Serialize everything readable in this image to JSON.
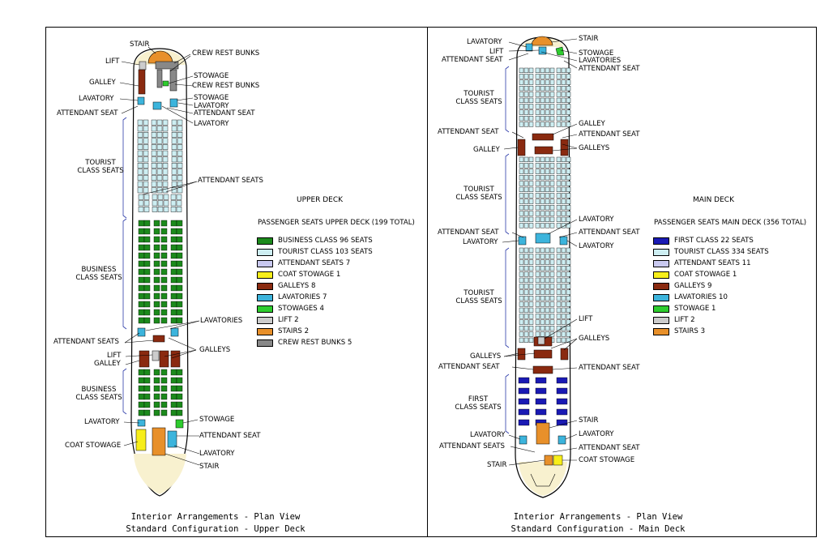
{
  "upper": {
    "deck_title": "UPPER DECK",
    "legend_title": "PASSENGER SEATS UPPER DECK (199 TOTAL)",
    "legend": [
      {
        "label": "BUSINESS CLASS 96 SEATS",
        "color": "#1c8a1c"
      },
      {
        "label": "TOURIST CLASS 103 SEATS",
        "color": "#cdeef2"
      },
      {
        "label": "ATTENDANT SEATS 7",
        "color": "#c9c9f0"
      },
      {
        "label": "COAT STOWAGE 1",
        "color": "#f7ee1a"
      },
      {
        "label": "GALLEYS 8",
        "color": "#8a2a10"
      },
      {
        "label": "LAVATORIES 7",
        "color": "#3cb4dc"
      },
      {
        "label": "STOWAGES 4",
        "color": "#2ecc2e"
      },
      {
        "label": "LIFT 2",
        "color": "#cccccc"
      },
      {
        "label": "STAIRS 2",
        "color": "#e8902a"
      },
      {
        "label": "CREW REST BUNKS 5",
        "color": "#888888"
      }
    ],
    "labels": {
      "stair_top": "STAIR",
      "crew_rest_1": "CREW REST BUNKS",
      "lift_top": "LIFT",
      "galley_top": "GALLEY",
      "stowage_1": "STOWAGE",
      "crew_rest_2": "CREW REST BUNKS",
      "lavatory_top": "LAVATORY",
      "stowage_2": "STOWAGE",
      "lavatory_2": "LAVATORY",
      "attendant_seat_l": "ATTENDANT SEAT",
      "attendant_seat_r": "ATTENDANT SEAT",
      "lavatory_3": "LAVATORY",
      "tourist": "TOURIST\nCLASS SEATS",
      "attendant_seats_mid": "ATTENDANT SEATS",
      "business_1": "BUSINESS\nCLASS SEATS",
      "lavatories": "LAVATORIES",
      "attendant_seats_l": "ATTENDANT SEATS",
      "lift_mid": "LIFT",
      "galley_mid": "GALLEY",
      "galleys_r": "GALLEYS",
      "business_2": "BUSINESS\nCLASS SEATS",
      "lavatory_low": "LAVATORY",
      "stowage_low": "STOWAGE",
      "coat_stowage": "COAT STOWAGE",
      "attendant_seat_low": "ATTENDANT SEAT",
      "lavatory_low_r": "LAVATORY",
      "stair_low": "STAIR"
    },
    "caption": [
      "Interior Arrangements - Plan View",
      "Standard Configuration - Upper Deck"
    ]
  },
  "main": {
    "deck_title": "MAIN DECK",
    "legend_title": "PASSENGER SEATS MAIN DECK (356 TOTAL)",
    "legend": [
      {
        "label": "FIRST CLASS 22 SEATS",
        "color": "#1a1ab4"
      },
      {
        "label": "TOURIST CLASS 334 SEATS",
        "color": "#cdeef2"
      },
      {
        "label": "ATTENDANT SEATS 11",
        "color": "#c9c9f0"
      },
      {
        "label": "COAT STOWAGE 1",
        "color": "#f7ee1a"
      },
      {
        "label": "GALLEYS 9",
        "color": "#8a2a10"
      },
      {
        "label": "LAVATORIES 10",
        "color": "#3cb4dc"
      },
      {
        "label": "STOWAGE 1",
        "color": "#2ecc2e"
      },
      {
        "label": "LIFT 2",
        "color": "#cccccc"
      },
      {
        "label": "STAIRS 3",
        "color": "#e8902a"
      }
    ],
    "labels": {
      "lavatory_top": "LAVATORY",
      "stair_top": "STAIR",
      "lift_top": "LIFT",
      "stowage": "STOWAGE",
      "attendant_seat_top": "ATTENDANT SEAT",
      "lavatories_top": "LAVATORIES",
      "attendant_seat_top_r": "ATTENDANT SEAT",
      "tourist_1": "TOURIST\nCLASS SEATS",
      "galley_r": "GALLEY",
      "attendant_seat_l2": "ATTENDANT SEAT",
      "attendant_seat_r2": "ATTENDANT SEAT",
      "galley_l": "GALLEY",
      "galleys_r": "GALLEYS",
      "tourist_2": "TOURIST\nCLASS SEATS",
      "lavatory_r3": "LAVATORY",
      "attendant_seat_l3": "ATTENDANT SEAT",
      "attendant_seat_r3": "ATTENDANT SEAT",
      "lavatory_l3": "LAVATORY",
      "lavatory_r4": "LAVATORY",
      "tourist_3": "TOURIST\nCLASS SEATS",
      "lift_mid": "LIFT",
      "galleys_r2": "GALLEYS",
      "galleys_l": "GALLEYS",
      "attendant_seat_l4": "ATTENDANT SEAT",
      "attendant_seat_r4": "ATTENDANT SEAT",
      "first": "FIRST\nCLASS SEATS",
      "stair_mid": "STAIR",
      "lavatory_l5": "LAVATORY",
      "lavatory_r5": "LAVATORY",
      "attendant_seats_l5": "ATTENDANT SEATS",
      "attendant_seat_r5": "ATTENDANT SEAT",
      "stair_low": "STAIR",
      "coat_stowage": "COAT STOWAGE"
    },
    "caption": [
      "Interior Arrangements - Plan View",
      "Standard Configuration - Main Deck"
    ]
  }
}
